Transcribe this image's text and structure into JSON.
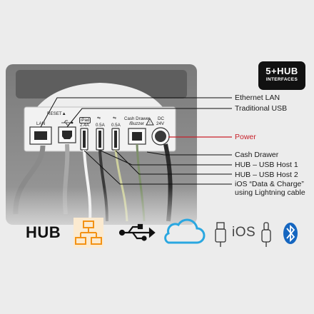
{
  "badge": {
    "title": "5+HUB",
    "subtitle": "INTERFACES"
  },
  "panel": {
    "lan": "LAN",
    "reset": "RESET",
    "ipad": "iPad",
    "amps_24": "2.4A",
    "amps_05a": "0.5A",
    "amps_05b": "0.5A",
    "cash_drawer_line1": "Cash Drawer",
    "cash_drawer_line2": "/Buzzer",
    "dc_line1": "DC",
    "dc_line2": "24V"
  },
  "callouts": {
    "ethernet": "Ethernet LAN",
    "usb": "Traditional USB",
    "power": "Power",
    "cash_drawer": "Cash Drawer",
    "hub_host1": "HUB – USB Host 1",
    "hub_host2": "HUB – USB Host 2",
    "ios_line1": "iOS “Data & Charge”",
    "ios_line2": "using Lightning cable"
  },
  "icons_row": {
    "hub": "HUB",
    "ios": "iOS"
  },
  "colors": {
    "power": "#c8202a",
    "network": "#f39214",
    "cloud": "#2aa7e0",
    "bluetooth": "#1566c0"
  }
}
